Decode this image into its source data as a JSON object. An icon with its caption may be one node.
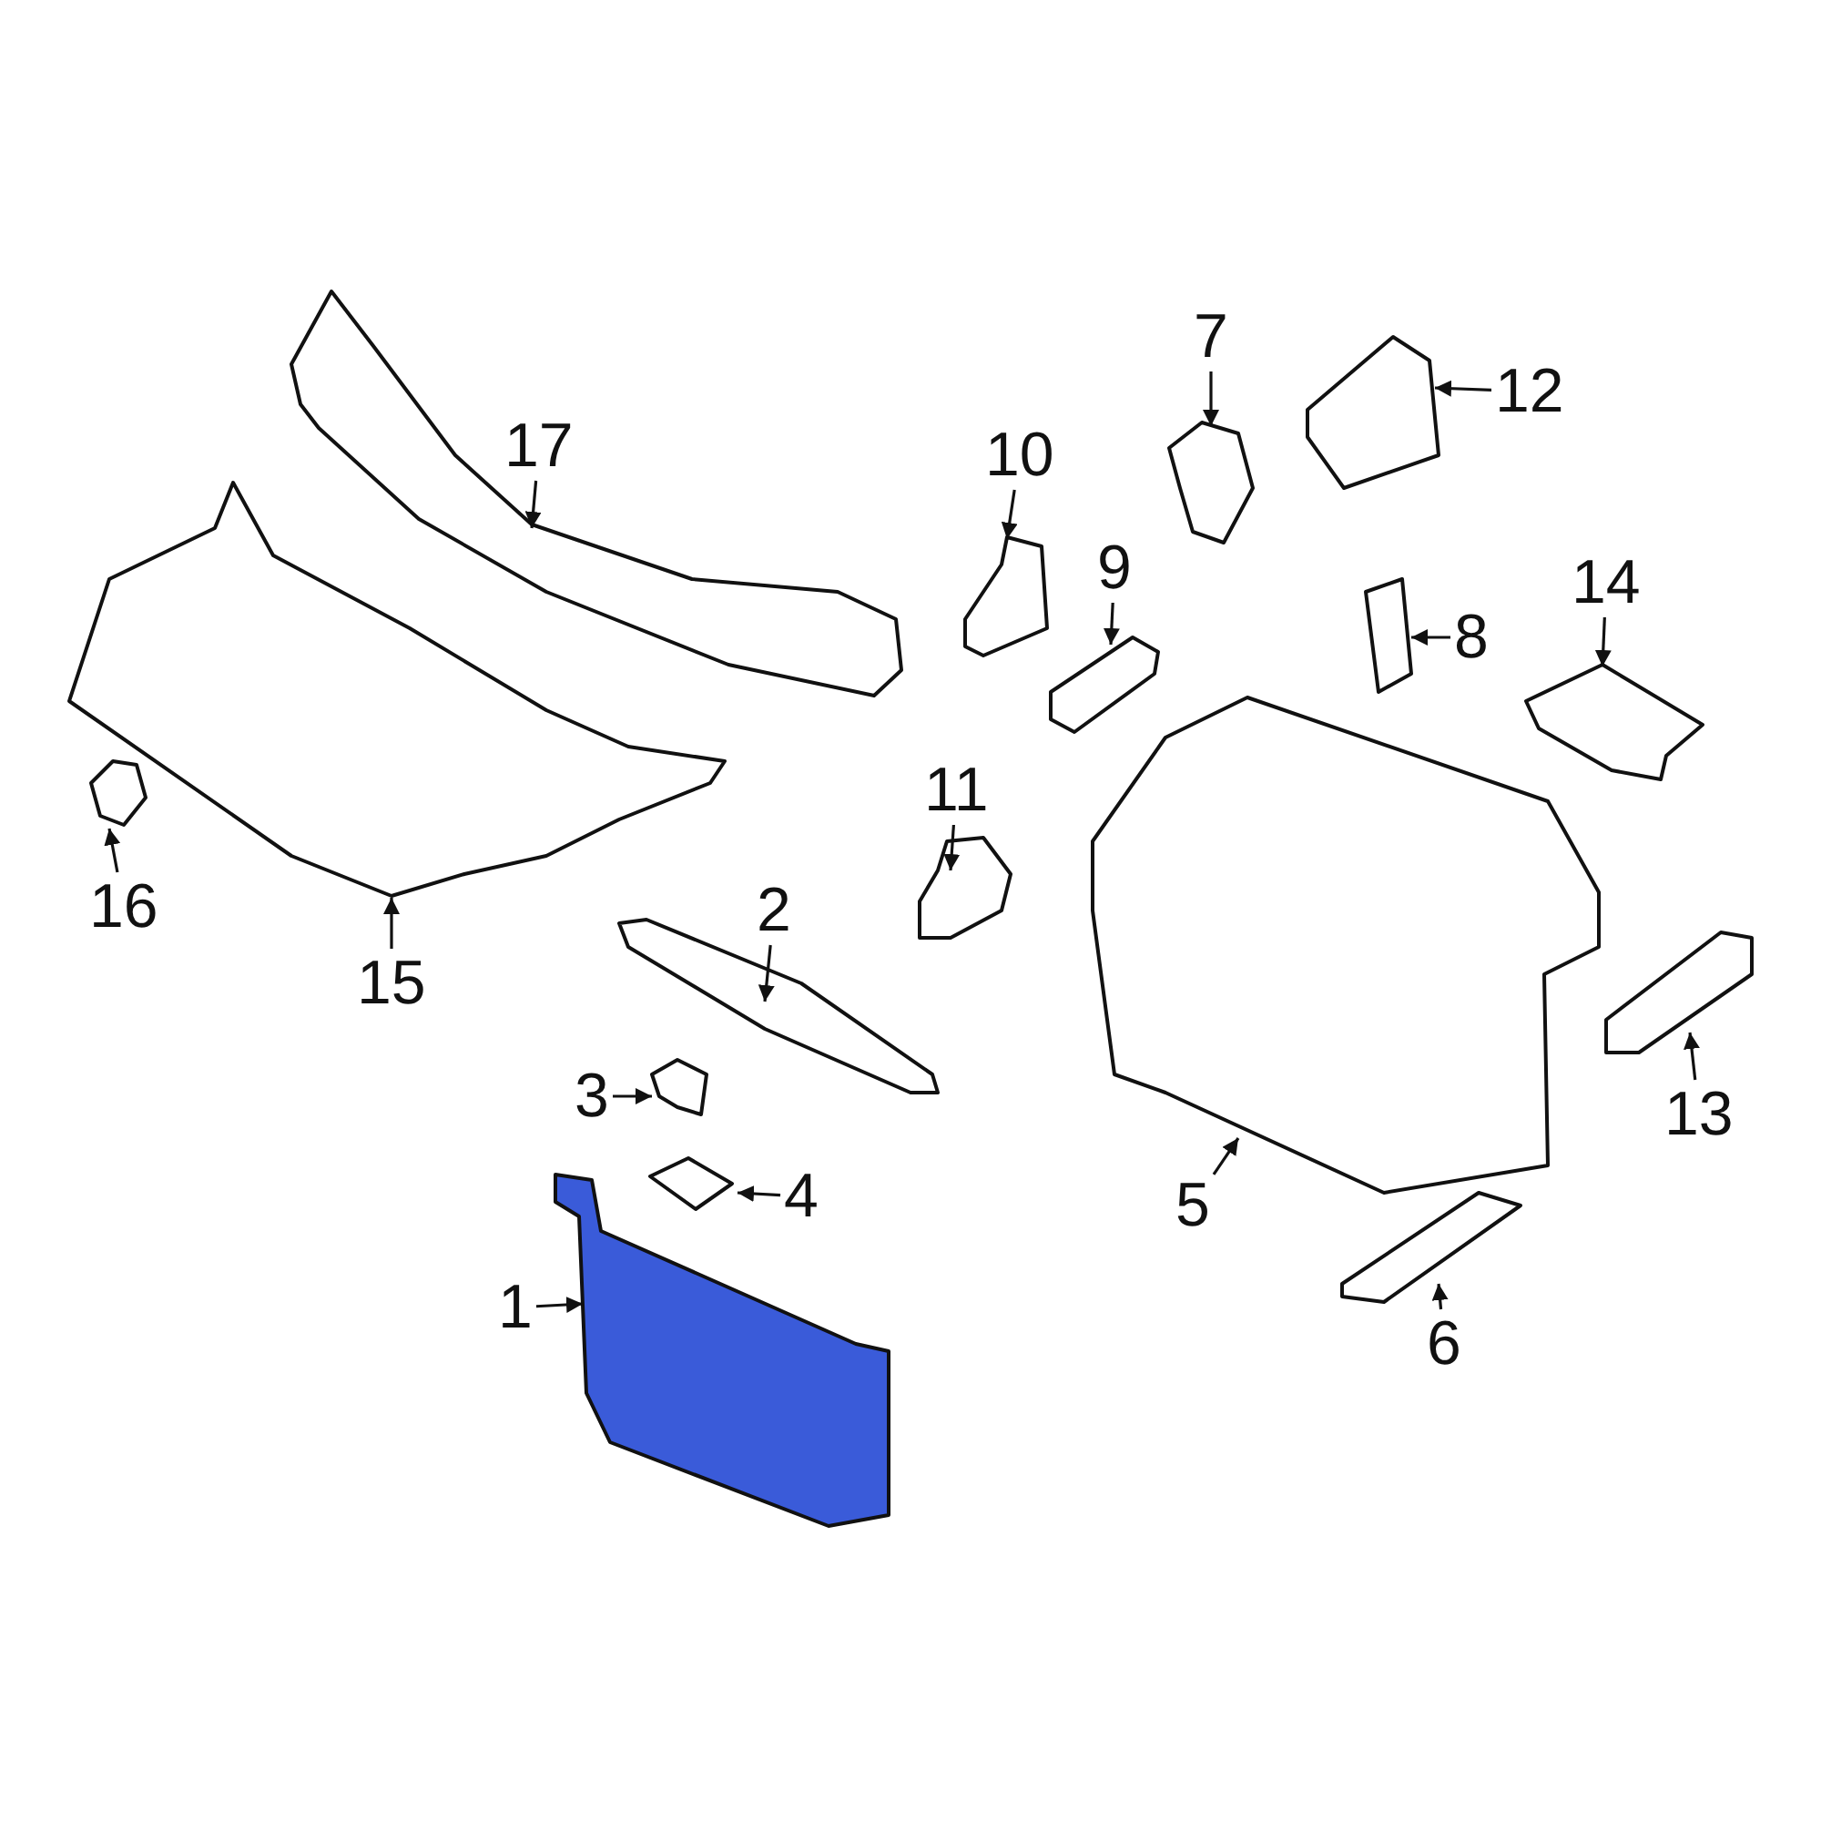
{
  "diagram": {
    "nodes": [
      {
        "text": [
          "1"
        ]
      },
      {
        "text": [],
        "shape": "picture"
      },
      {
        "text": [
          "2"
        ]
      },
      {
        "text": [],
        "shape": "picture"
      },
      {
        "text": [
          "3"
        ]
      },
      {
        "text": [],
        "shape": "picture"
      },
      {
        "text": [
          "4"
        ]
      },
      {
        "text": [],
        "shape": "picture"
      },
      {
        "text": [
          "5"
        ]
      },
      {
        "text": [],
        "shape": "picture"
      },
      {
        "text": [
          "6"
        ]
      },
      {
        "text": [],
        "shape": "picture"
      },
      {
        "text": [
          "7"
        ]
      },
      {
        "text": [],
        "shape": "picture"
      },
      {
        "text": [
          "8"
        ]
      },
      {
        "text": [],
        "shape": "picture"
      },
      {
        "text": [
          "9"
        ]
      },
      {
        "text": [],
        "shape": "picture"
      },
      {
        "text": [
          "10"
        ]
      },
      {
        "text": [],
        "shape": "picture"
      },
      {
        "text": [
          "11"
        ]
      },
      {
        "text": [],
        "shape": "picture"
      },
      {
        "text": [
          "12"
        ]
      },
      {
        "text": [],
        "shape": "picture"
      },
      {
        "text": [
          "13"
        ]
      },
      {
        "text": [],
        "shape": "picture"
      },
      {
        "text": [
          "14"
        ]
      },
      {
        "text": [],
        "shape": "picture"
      },
      {
        "text": [
          "15"
        ]
      },
      {
        "text": [],
        "shape": "picture"
      },
      {
        "text": [
          "16"
        ]
      },
      {
        "text": [],
        "shape": "picture"
      },
      {
        "text": [
          "17"
        ]
      },
      {
        "text": [],
        "shape": "picture"
      }
    ],
    "edges": [
      {
        "from": 0,
        "to": 1,
        "arrow": "to"
      },
      {
        "from": 2,
        "to": 3,
        "arrow": "to"
      },
      {
        "from": 4,
        "to": 5,
        "arrow": "to"
      },
      {
        "from": 6,
        "to": 7,
        "arrow": "to"
      },
      {
        "from": 8,
        "to": 9,
        "arrow": "to"
      },
      {
        "from": 10,
        "to": 11,
        "arrow": "to"
      },
      {
        "from": 12,
        "to": 13,
        "arrow": "to"
      },
      {
        "from": 14,
        "to": 15,
        "arrow": "to"
      },
      {
        "from": 16,
        "to": 17,
        "arrow": "to"
      },
      {
        "from": 18,
        "to": 19,
        "arrow": "to"
      },
      {
        "from": 20,
        "to": 21,
        "arrow": "to"
      },
      {
        "from": 22,
        "to": 23,
        "arrow": "to"
      },
      {
        "from": 24,
        "to": 25,
        "arrow": "to"
      },
      {
        "from": 26,
        "to": 27,
        "arrow": "to"
      },
      {
        "from": 28,
        "to": 29,
        "arrow": "to"
      },
      {
        "from": 30,
        "to": 31,
        "arrow": "to"
      },
      {
        "from": 32,
        "to": 33,
        "arrow": "to"
      }
    ]
  }
}
